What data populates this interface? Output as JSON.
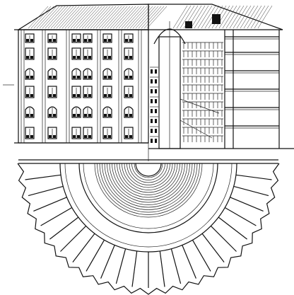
{
  "figure": {
    "subject": "panopticon",
    "views": [
      "elevation",
      "section",
      "half-plan"
    ],
    "colors": {
      "ink": "#111111",
      "paper": "#ffffff"
    }
  }
}
